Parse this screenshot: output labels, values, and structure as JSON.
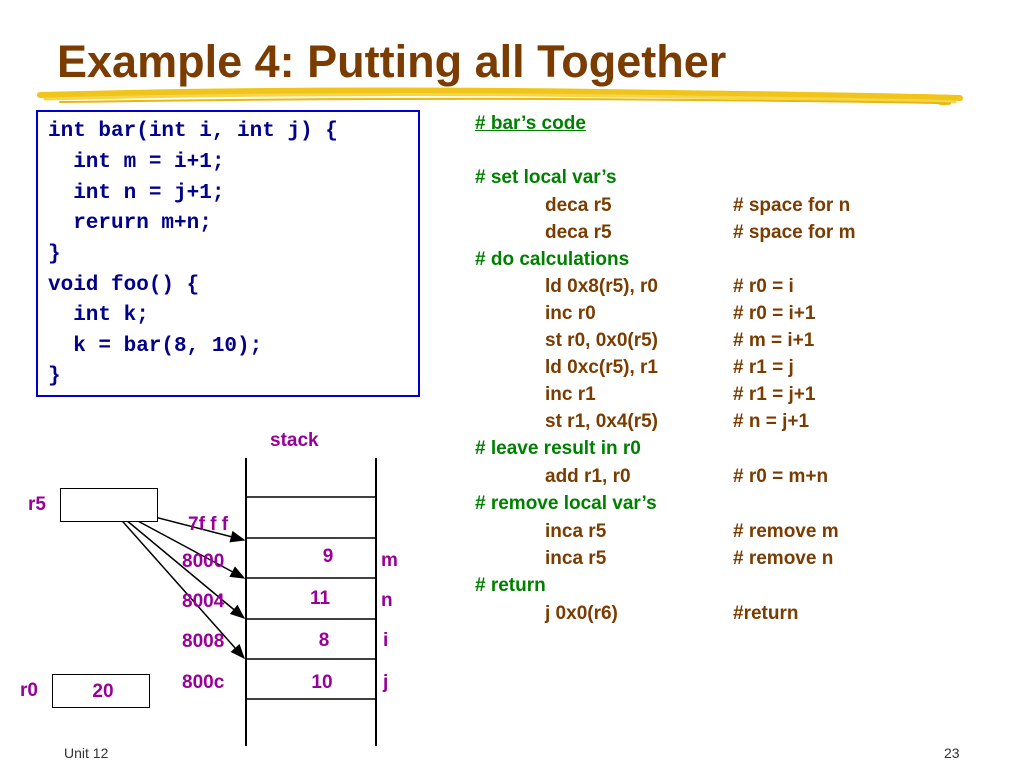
{
  "slide": {
    "title": "Example 4: Putting all Together",
    "footer_left": "Unit 12",
    "page_number": "23"
  },
  "c_code": {
    "lines": [
      "int bar(int i, int j) {",
      "  int m = i+1;",
      "  int n = j+1;",
      "  rerurn m+n;",
      "}",
      "void foo() {",
      "  int k;",
      "  k = bar(8, 10);",
      "}"
    ]
  },
  "asm": {
    "header": "# bar’s code",
    "section_local": "# set local var’s",
    "section_calc": "# do calculations",
    "section_leave": "# leave result in r0",
    "section_remove": "# remove local var’s",
    "section_return": "# return",
    "instructions": [
      {
        "op": "deca r5",
        "comment": "# space for n"
      },
      {
        "op": "deca r5",
        "comment": "# space for m"
      },
      {
        "op": "ld 0x8(r5), r0",
        "comment": "# r0 = i"
      },
      {
        "op": "inc r0",
        "comment": "# r0 = i+1"
      },
      {
        "op": "st r0, 0x0(r5)",
        "comment": "# m = i+1"
      },
      {
        "op": "ld 0xc(r5), r1",
        "comment": "# r1 = j"
      },
      {
        "op": "inc r1",
        "comment": "# r1 = j+1"
      },
      {
        "op": "st r1, 0x4(r5)",
        "comment": "# n = j+1"
      },
      {
        "op": "add r1, r0",
        "comment": "# r0 = m+n"
      },
      {
        "op": "inca r5",
        "comment": "# remove m"
      },
      {
        "op": "inca r5",
        "comment": "# remove n"
      },
      {
        "op": "j 0x0(r6)",
        "comment": "#return"
      }
    ]
  },
  "diagram": {
    "stack_label": "stack",
    "r5_label": "r5",
    "r0_label": "r0",
    "r0_value": "20",
    "addresses": [
      "7f f f",
      "8000",
      "8004",
      "8008",
      "800c"
    ],
    "cells": [
      {
        "value": "9",
        "var": "m"
      },
      {
        "value": "11",
        "var": "n"
      },
      {
        "value": "8",
        "var": "i"
      },
      {
        "value": "10",
        "var": "j"
      }
    ],
    "colors": {
      "labels": "#990099",
      "title": "#7a3c00",
      "code": "#00008b",
      "asm": "#7a3c00",
      "asm_sections": "#008000"
    }
  }
}
